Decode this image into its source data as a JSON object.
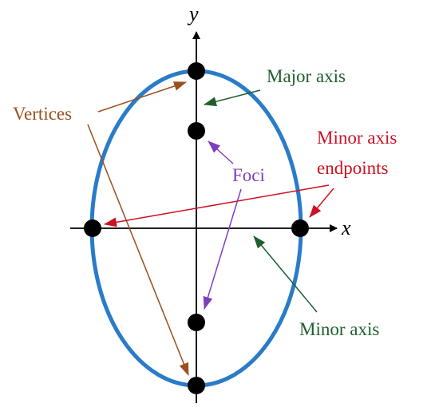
{
  "axes": {
    "x_label": "x",
    "y_label": "y"
  },
  "labels": {
    "vertices": "Vertices",
    "major_axis": "Major axis",
    "minor_axis_endpoints_line1": "Minor axis",
    "minor_axis_endpoints_line2": "endpoints",
    "foci": "Foci",
    "minor_axis": "Minor axis"
  },
  "colors": {
    "ellipse": "#2a7bc8",
    "axes": "#000000",
    "points": "#000000",
    "vertices": "#9b4f1c",
    "major_axis": "#1f5f2e",
    "minor_axis_endpoints": "#cc1122",
    "foci": "#7e3fbf",
    "minor_axis": "#1f5f2e"
  }
}
